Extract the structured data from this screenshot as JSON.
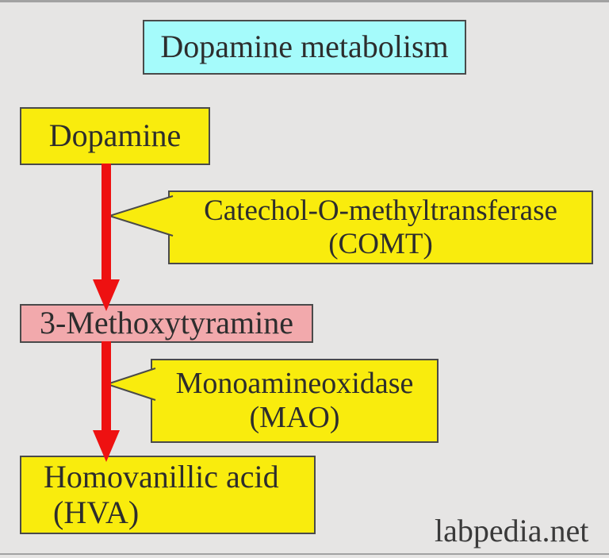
{
  "diagram": {
    "title": "Dopamine metabolism",
    "nodes": {
      "dopamine": "Dopamine",
      "methoxytyramine": "3-Methoxytyramine",
      "hva_line1": "Homovanillic acid",
      "hva_line2": "(HVA)"
    },
    "enzymes": {
      "comt_line1": "Catechol-O-methyltransferase",
      "comt_line2": "(COMT)",
      "mao_line1": "Monoamineoxidase",
      "mao_line2": "(MAO)"
    },
    "flow": [
      "Dopamine --COMT--> 3-Methoxytyramine",
      "3-Methoxytyramine --MAO--> Homovanillic acid (HVA)"
    ],
    "watermark": "labpedia.net",
    "colors": {
      "background": "#e6e5e4",
      "box_yellow": "#f9ec0d",
      "box_cyan": "#a5fbfb",
      "box_pink": "#f2a9ac",
      "arrow_red": "#ee1111",
      "border": "#4a4a4a",
      "text": "#2d2d2d"
    }
  }
}
